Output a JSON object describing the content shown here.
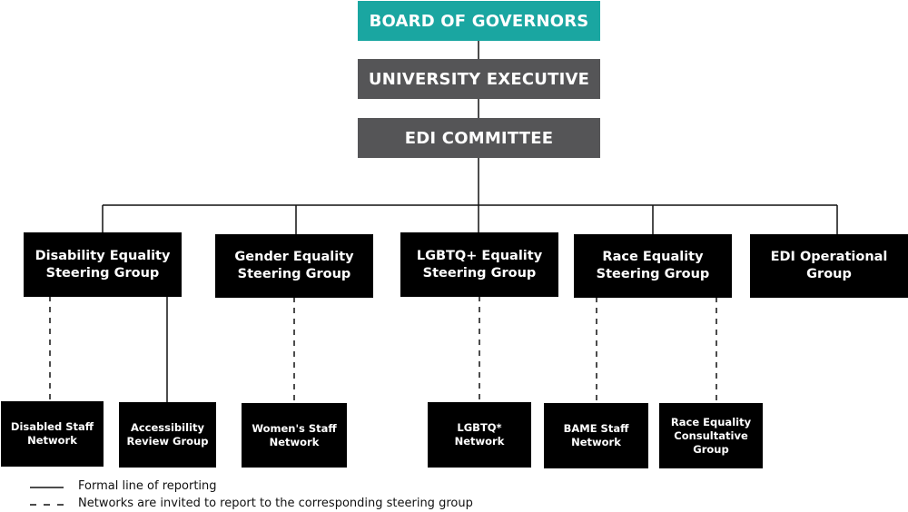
{
  "top": {
    "board": "BOARD OF GOVERNORS",
    "executive": "UNIVERSITY EXECUTIVE",
    "committee": "EDI COMMITTEE"
  },
  "groups": {
    "disability": "Disability Equality\nSteering Group",
    "gender": "Gender Equality\nSteering Group",
    "lgbtq": "LGBTQ+ Equality\nSteering Group",
    "race": "Race Equality\nSteering Group",
    "operational": "EDI Operational Group"
  },
  "networks": {
    "disabled_staff": "Disabled Staff\nNetwork",
    "accessibility": "Accessibility\nReview Group",
    "womens_staff": "Women's Staff\nNetwork",
    "lgbtq_network": "LGBTQ*\nNetwork",
    "bame_staff": "BAME Staff\nNetwork",
    "race_consultative": "Race Equality\nConsultative\nGroup"
  },
  "legend": {
    "formal": "Formal line of reporting",
    "networks": "Networks are invited to report to the corresponding steering group"
  },
  "colors": {
    "board": "#1aa6a1",
    "executive": "#555557",
    "group": "#000000"
  }
}
